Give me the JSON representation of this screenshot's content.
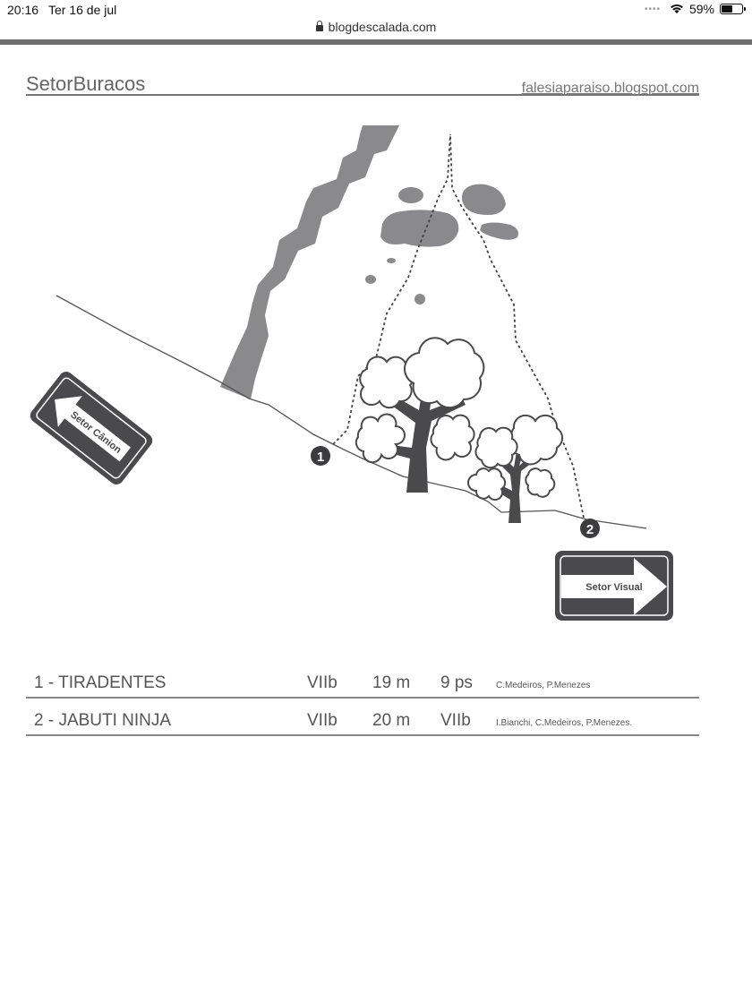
{
  "status_bar": {
    "time": "20:16",
    "date": "Ter 16 de jul",
    "battery": "59%",
    "battery_level": 0.59,
    "icons": [
      "dots-icon",
      "wifi-icon",
      "battery-icon"
    ]
  },
  "browser": {
    "url": "blogdescalada.com",
    "lock_icon": "lock-icon"
  },
  "document": {
    "title": "SetorBuracos",
    "site": "falesiaparaiso.blogspot.com"
  },
  "topo": {
    "sign_left": "Setor Cânion",
    "sign_right": "Setor Visual",
    "markers": [
      "1",
      "2"
    ],
    "colors": {
      "rock": "#8a8a8c",
      "dark": "#4a4a4c",
      "line": "#555555"
    }
  },
  "routes": [
    {
      "name": "1 - TIRADENTES",
      "grade": "VIIb",
      "length": "19 m",
      "protection": "9 ps",
      "authors": "C.Medeiros, P.Menezes"
    },
    {
      "name": "2 - JABUTI NINJA",
      "grade": "VIIb",
      "length": "20 m",
      "protection": "VIIb",
      "authors": "I.Bianchi, C.Medeiros, P.Menezes."
    }
  ]
}
